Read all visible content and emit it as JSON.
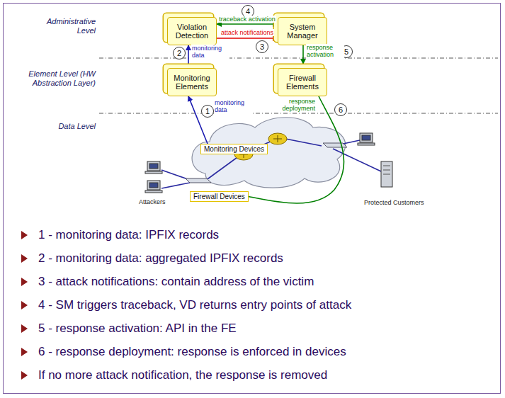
{
  "diagram": {
    "nodes": [
      {
        "text": [
          "Violation Detection"
        ]
      },
      {
        "text": [
          "System Manager"
        ]
      },
      {
        "text": [
          "Monitoring Elements"
        ]
      },
      {
        "text": [
          "Firewall Elements"
        ]
      },
      {
        "text": [
          "Monitoring Devices"
        ]
      },
      {
        "text": [
          "Firewall Devices"
        ]
      }
    ],
    "edges": [
      {
        "from": 0,
        "to": 1,
        "label": "traceback activation",
        "arrow": "both"
      },
      {
        "from": 0,
        "to": 1,
        "label": "attack notifications",
        "arrow": "to"
      },
      {
        "from": 2,
        "to": 0,
        "label": "monitoring data",
        "arrow": "to"
      },
      {
        "from": 1,
        "to": 3,
        "label": "response activation",
        "arrow": "to"
      },
      {
        "from": 4,
        "to": 2,
        "label": "monitoring data",
        "arrow": "to"
      },
      {
        "from": 3,
        "to": 5,
        "label": "response deployment",
        "arrow": "none"
      }
    ],
    "labels": [
      "Administrative Level",
      "Element Level (HW Abstraction Layer)",
      "Data Level",
      "1",
      "2",
      "3",
      "4",
      "5",
      "6",
      "Attackers",
      "Protected Customers",
      "1 - monitoring data: IPFIX records",
      "2 - monitoring data: aggregated IPFIX records",
      "3 - attack notifications: contain address of the victim",
      "4 - SM triggers traceback, VD returns entry points of attack",
      "5 - response activation: API in the FE",
      "6 - response deployment: response is enforced in devices",
      "If no more attack notification, the response is removed"
    ]
  }
}
